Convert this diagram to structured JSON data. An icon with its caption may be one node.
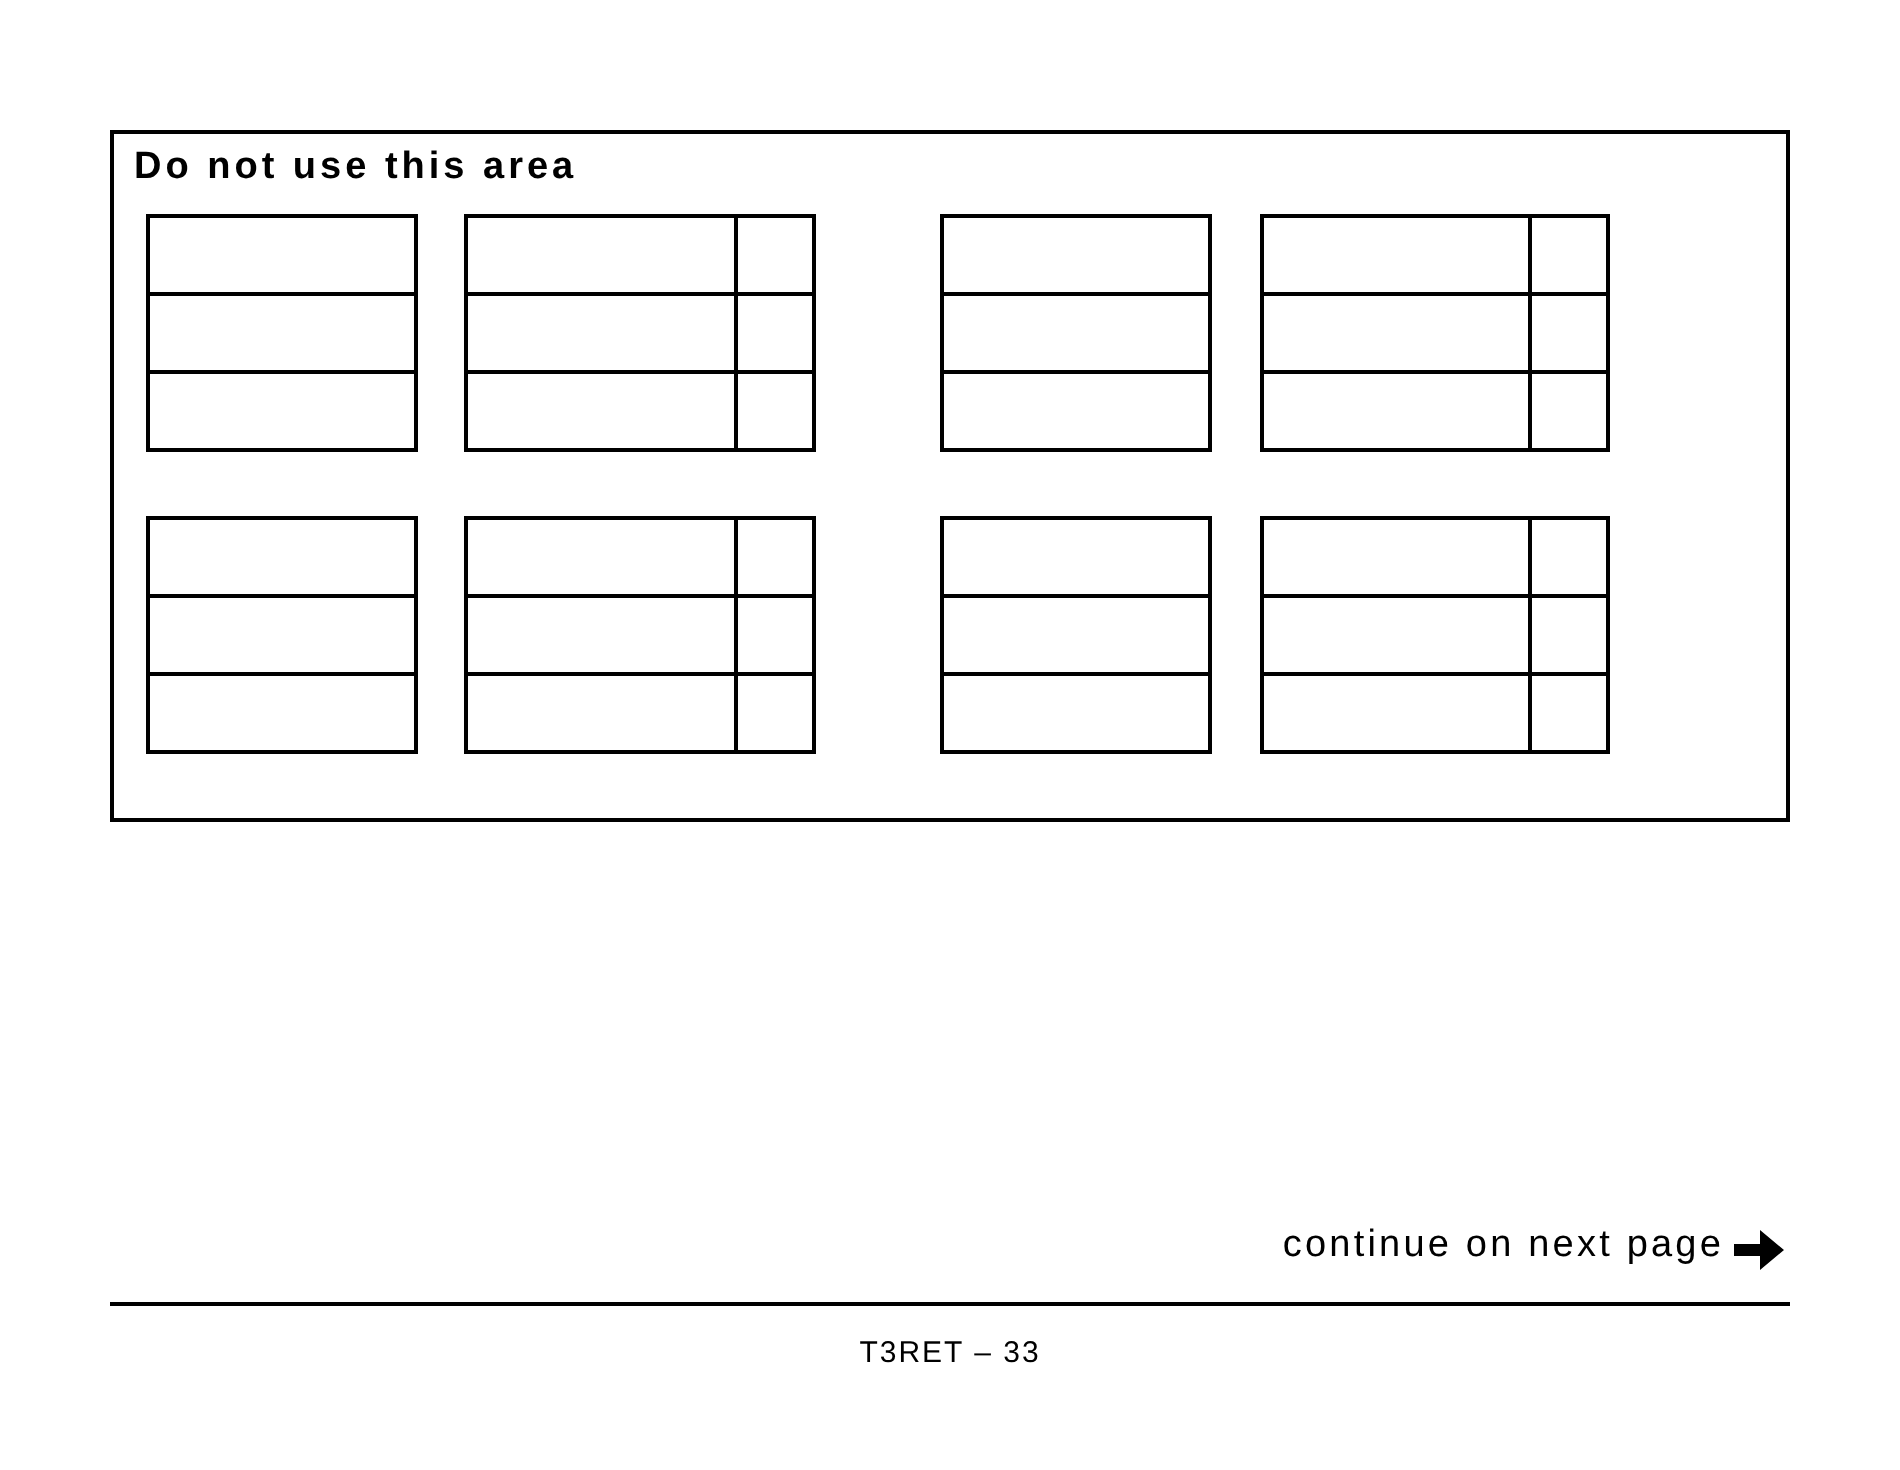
{
  "diagram": {
    "nodes": [
      {
        "text": [
          "Do not use this area"
        ]
      }
    ],
    "edges": [],
    "labels": [
      "continue on next page",
      "T3RET – 33"
    ]
  }
}
